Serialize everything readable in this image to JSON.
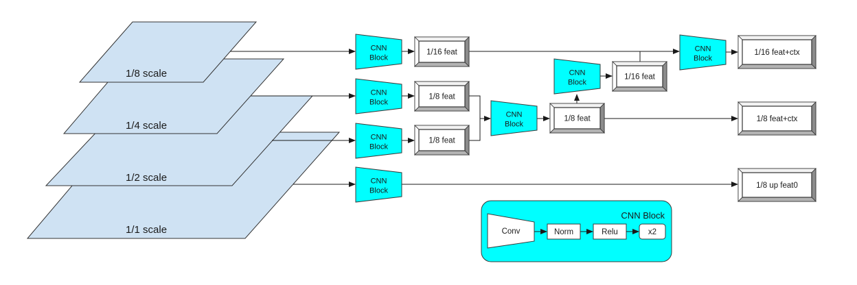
{
  "diagram": {
    "pyramid_levels": [
      {
        "id": "scale-1-1",
        "label": "1/1 scale"
      },
      {
        "id": "scale-1-2",
        "label": "1/2 scale"
      },
      {
        "id": "scale-1-4",
        "label": "1/4 scale"
      },
      {
        "id": "scale-1-8",
        "label": "1/8 scale"
      }
    ],
    "cnn_blocks": [
      {
        "id": "cnn-a",
        "line1": "CNN",
        "line2": "Block"
      },
      {
        "id": "cnn-b",
        "line1": "CNN",
        "line2": "Block"
      },
      {
        "id": "cnn-c",
        "line1": "CNN",
        "line2": "Block"
      },
      {
        "id": "cnn-d",
        "line1": "CNN",
        "line2": "Block"
      },
      {
        "id": "cnn-merge",
        "line1": "CNN",
        "line2": "Block"
      },
      {
        "id": "cnn-up",
        "line1": "CNN",
        "line2": "Block"
      },
      {
        "id": "cnn-ctx",
        "line1": "CNN",
        "line2": "Block"
      }
    ],
    "features": [
      {
        "id": "feat-16",
        "label": "1/16 feat"
      },
      {
        "id": "feat-8a",
        "label": "1/8 feat"
      },
      {
        "id": "feat-8b",
        "label": "1/8 feat"
      },
      {
        "id": "feat-8-merged",
        "label": "1/8 feat"
      },
      {
        "id": "feat-16-b",
        "label": "1/16 feat"
      }
    ],
    "outputs": [
      {
        "id": "out-16-ctx",
        "label": "1/16 feat+ctx"
      },
      {
        "id": "out-8-ctx",
        "label": "1/8 feat+ctx"
      },
      {
        "id": "out-8-up",
        "label": "1/8 up feat0"
      }
    ],
    "legend": {
      "title": "CNN Block",
      "steps": [
        "Conv",
        "Norm",
        "Relu",
        "x2"
      ]
    },
    "colors": {
      "cnn_fill": "#00ffff",
      "layer_fill": "#cfe2f3"
    }
  }
}
